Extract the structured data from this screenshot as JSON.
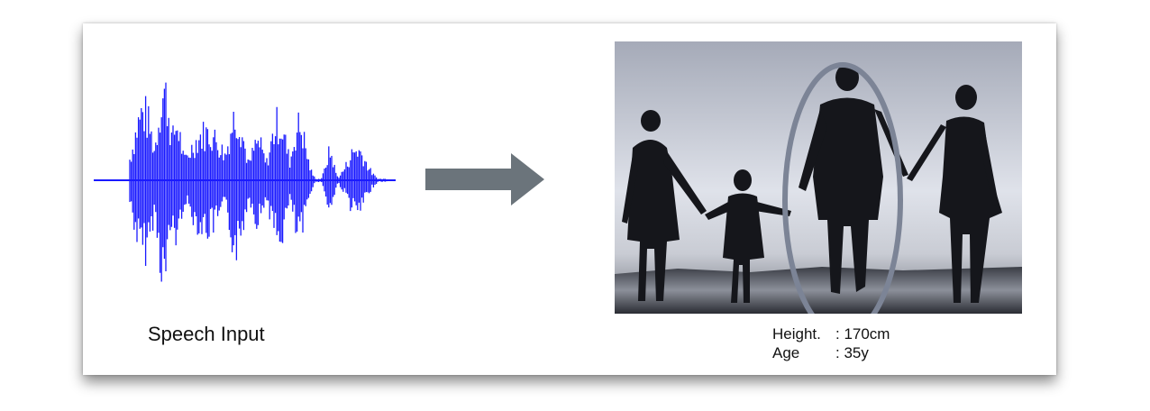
{
  "speech": {
    "label": "Speech Input",
    "waveform_color": "#1a1aff"
  },
  "arrow": {
    "icon": "right-arrow-icon",
    "color": "#6b747b"
  },
  "photo": {
    "icon": "family-silhouette-image",
    "highlight_color": "#7c8496"
  },
  "info": {
    "height_label": "Height.",
    "height_value": ": 170cm",
    "age_label": "Age",
    "age_value": ": 35y"
  }
}
